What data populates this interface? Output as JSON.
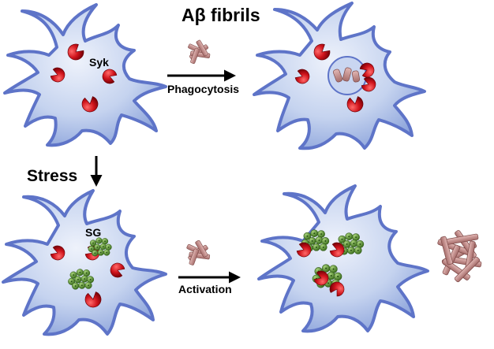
{
  "labels": {
    "title": "Aβ fibrils",
    "syk": "Syk",
    "phagocytosis": "Phagocytosis",
    "stress": "Stress",
    "sg": "SG",
    "activation": "Activation"
  },
  "colors": {
    "cell_fill": "#b9cbec",
    "cell_outline": "#5e74c8",
    "syk": "#c8102e",
    "fibril": "#c99595",
    "stress_granule": "#4f8a2c"
  }
}
